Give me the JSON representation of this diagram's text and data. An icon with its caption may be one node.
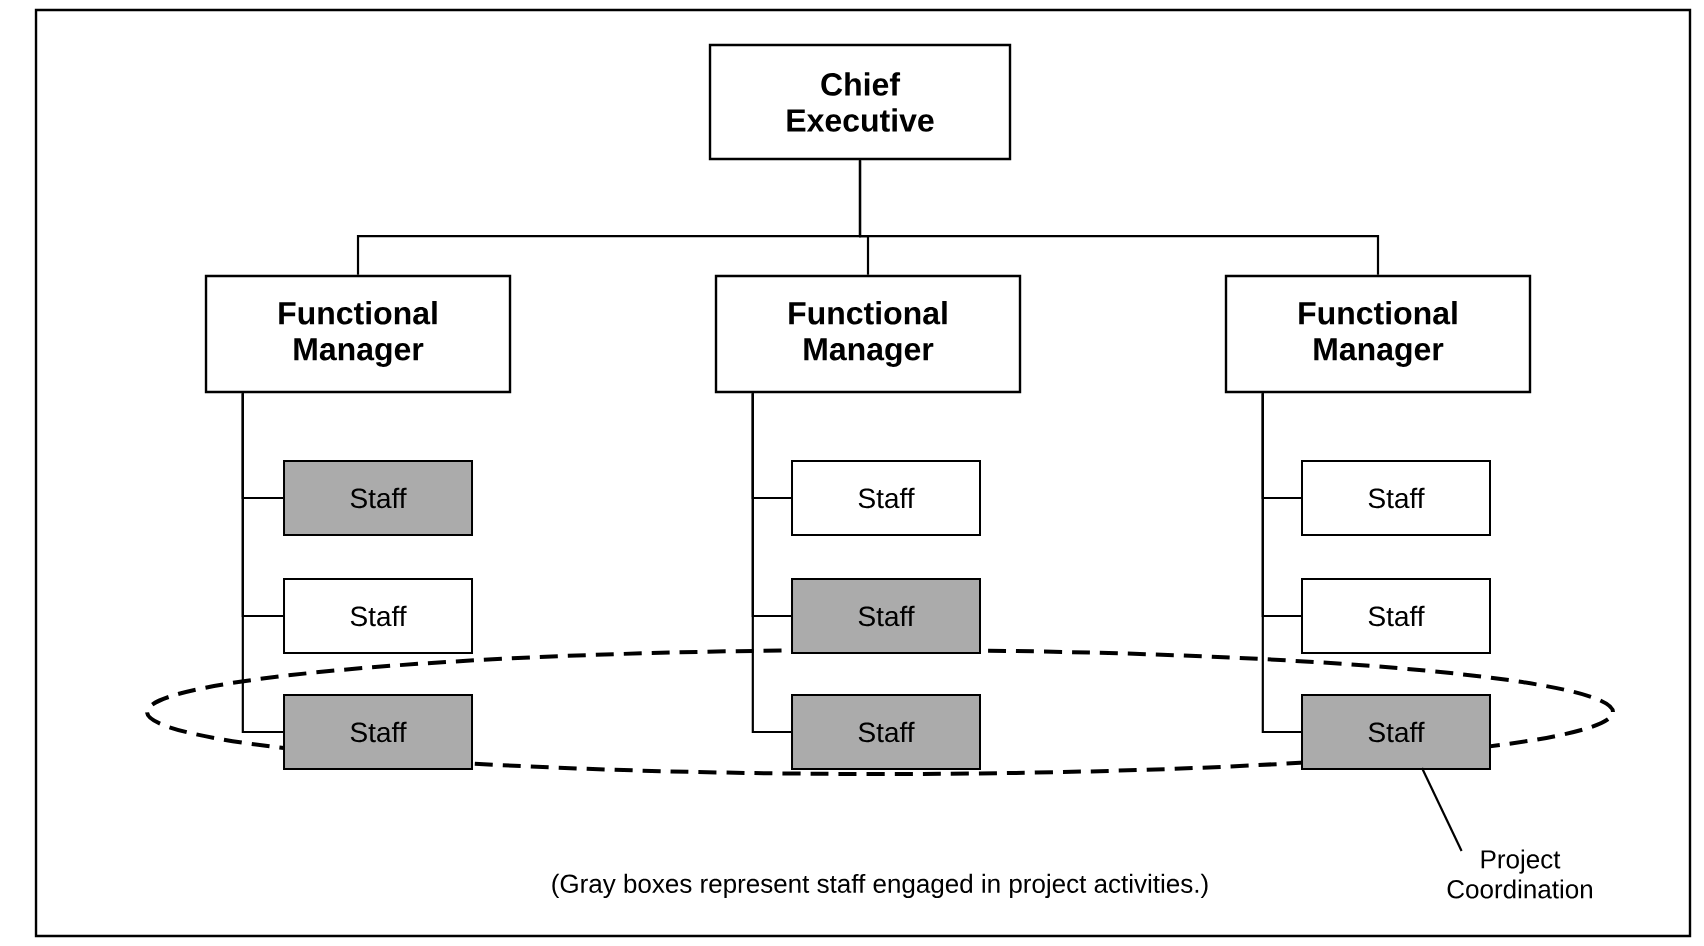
{
  "diagram": {
    "nodes": [
      {
        "text": [
          "Chief Executive"
        ]
      },
      {
        "text": [
          "Functional Manager"
        ]
      },
      {
        "text": [
          "Functional Manager"
        ]
      },
      {
        "text": [
          "Functional Manager"
        ]
      },
      {
        "text": [
          "Staff"
        ]
      },
      {
        "text": [
          "Staff"
        ]
      },
      {
        "text": [
          "Staff"
        ],
        "in": 13
      },
      {
        "text": [
          "Staff"
        ]
      },
      {
        "text": [
          "Staff"
        ]
      },
      {
        "text": [
          "Staff"
        ],
        "in": 13
      },
      {
        "text": [
          "Staff"
        ]
      },
      {
        "text": [
          "Staff"
        ]
      },
      {
        "text": [
          "Staff"
        ],
        "in": 13
      },
      {
        "text": [],
        "shape": "ellipse"
      },
      {
        "text": [
          "Project Coordination"
        ]
      }
    ],
    "edges": [
      {
        "from": 0,
        "to": 1,
        "arrow": "none"
      },
      {
        "from": 0,
        "to": 2,
        "arrow": "none"
      },
      {
        "from": 0,
        "to": 3,
        "arrow": "none"
      },
      {
        "from": 1,
        "to": 4,
        "arrow": "none"
      },
      {
        "from": 1,
        "to": 5,
        "arrow": "none"
      },
      {
        "from": 1,
        "to": 6,
        "arrow": "none"
      },
      {
        "from": 2,
        "to": 7,
        "arrow": "none"
      },
      {
        "from": 2,
        "to": 8,
        "arrow": "none"
      },
      {
        "from": 2,
        "to": 9,
        "arrow": "none"
      },
      {
        "from": 3,
        "to": 10,
        "arrow": "none"
      },
      {
        "from": 3,
        "to": 11,
        "arrow": "none"
      },
      {
        "from": 3,
        "to": 12,
        "arrow": "none"
      },
      {
        "from": 14,
        "to": 13,
        "arrow": "none"
      }
    ],
    "labels": [
      "(Gray boxes represent staff engaged in project activities.)"
    ]
  }
}
